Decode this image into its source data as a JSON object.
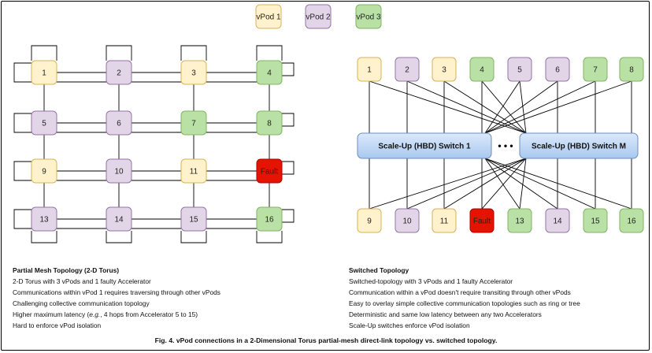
{
  "colors": {
    "vpod1_fill": "#fff2cc",
    "vpod1_stroke": "#d6b656",
    "vpod2_fill": "#e1d5e7",
    "vpod2_stroke": "#9673a6",
    "vpod3_fill": "#b9e0a5",
    "vpod3_stroke": "#82b366",
    "fault_fill": "#e51400",
    "fault_stroke": "#b20000",
    "switch_fill": "#c5dcf7",
    "switch_stroke": "#6c8ebf"
  },
  "legend": [
    {
      "label": "vPod 1",
      "pod": "vpod1"
    },
    {
      "label": "vPod 2",
      "pod": "vpod2"
    },
    {
      "label": "vPod 3",
      "pod": "vpod3"
    }
  ],
  "torus": {
    "nodes": [
      {
        "label": "1",
        "pod": "vpod1"
      },
      {
        "label": "2",
        "pod": "vpod2"
      },
      {
        "label": "3",
        "pod": "vpod1"
      },
      {
        "label": "4",
        "pod": "vpod3"
      },
      {
        "label": "5",
        "pod": "vpod2"
      },
      {
        "label": "6",
        "pod": "vpod2"
      },
      {
        "label": "7",
        "pod": "vpod3"
      },
      {
        "label": "8",
        "pod": "vpod3"
      },
      {
        "label": "9",
        "pod": "vpod1"
      },
      {
        "label": "10",
        "pod": "vpod2"
      },
      {
        "label": "11",
        "pod": "vpod1"
      },
      {
        "label": "Fault",
        "pod": "fault"
      },
      {
        "label": "13",
        "pod": "vpod2"
      },
      {
        "label": "14",
        "pod": "vpod2"
      },
      {
        "label": "15",
        "pod": "vpod2"
      },
      {
        "label": "16",
        "pod": "vpod3"
      }
    ]
  },
  "switched": {
    "top_nodes": [
      {
        "label": "1",
        "pod": "vpod1"
      },
      {
        "label": "2",
        "pod": "vpod2"
      },
      {
        "label": "3",
        "pod": "vpod1"
      },
      {
        "label": "4",
        "pod": "vpod3"
      },
      {
        "label": "5",
        "pod": "vpod2"
      },
      {
        "label": "6",
        "pod": "vpod2"
      },
      {
        "label": "7",
        "pod": "vpod3"
      },
      {
        "label": "8",
        "pod": "vpod3"
      }
    ],
    "bottom_nodes": [
      {
        "label": "9",
        "pod": "vpod1"
      },
      {
        "label": "10",
        "pod": "vpod2"
      },
      {
        "label": "11",
        "pod": "vpod1"
      },
      {
        "label": "Fault",
        "pod": "fault"
      },
      {
        "label": "13",
        "pod": "vpod3"
      },
      {
        "label": "14",
        "pod": "vpod2"
      },
      {
        "label": "15",
        "pod": "vpod3"
      },
      {
        "label": "16",
        "pod": "vpod3"
      }
    ],
    "switches": [
      "Scale-Up (HBD) Switch 1",
      "Scale-Up (HBD) Switch M"
    ],
    "ellipsis": "•   •   •"
  },
  "left_text": {
    "title": "Partial Mesh Topology (2-D Torus)",
    "line1": "2-D Torus with 3 vPods and 1 faulty Accelerator",
    "line2": "Communications within vPod 1 requires traversing through other vPods",
    "line3": "Challenging collective communication topology",
    "line4_pre": "Higher maximum latency (",
    "line4_em": "e.g.",
    "line4_post": ", 4 hops from Accelerator 5 to 15)",
    "line5": "Hard to enforce vPod isolation"
  },
  "right_text": {
    "title": "Switched Topology",
    "line1": "Switched-topology with 3 vPods and 1 faulty Accelerator",
    "line2": "Communication within a vPod doesn't require transiting through other vPods",
    "line3": "Easy to overlay simple collective communication topologies such as ring or tree",
    "line4": "Deterministic and same low latency between any two Accelerators",
    "line5": "Scale-Up switches enforce vPod isolation"
  },
  "caption": "Fig. 4. vPod connections in a 2-Dimensional Torus partial-mesh direct-link topology vs. switched topology."
}
